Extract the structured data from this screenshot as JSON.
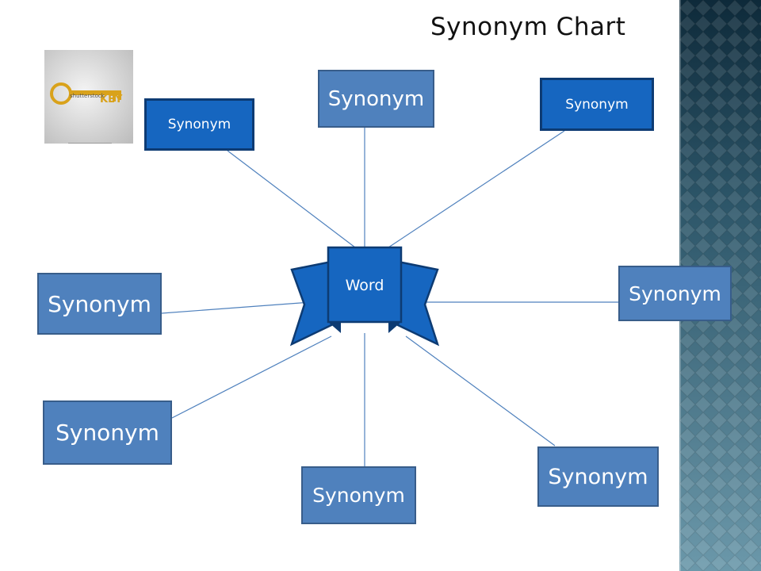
{
  "title": "Synonym Chart",
  "center_word": "Word",
  "logo": {
    "icon": "key-icon",
    "key_label": "KEY",
    "brand_text": "shutterstock"
  },
  "synonyms": [
    {
      "id": "top-left",
      "label": "Synonym",
      "style": "dark"
    },
    {
      "id": "top-center",
      "label": "Synonym",
      "style": "light"
    },
    {
      "id": "top-right",
      "label": "Synonym",
      "style": "dark"
    },
    {
      "id": "middle-left",
      "label": "Synonym",
      "style": "light"
    },
    {
      "id": "middle-right",
      "label": "Synonym",
      "style": "light"
    },
    {
      "id": "lower-left",
      "label": "Synonym",
      "style": "light"
    },
    {
      "id": "bottom-center",
      "label": "Synonym",
      "style": "light"
    },
    {
      "id": "bottom-right",
      "label": "Synonym",
      "style": "light"
    }
  ],
  "colors": {
    "box_fill": "#4f81bd",
    "box_border": "#385d8a",
    "box_dark_fill": "#1666c0",
    "box_dark_border": "#0d3b73",
    "connector": "#4f81bd",
    "ribbon_fill": "#1666c0",
    "ribbon_border": "#0d3b73",
    "band_dark": "#0e2a3a",
    "band_light": "#6b98aa",
    "key_gold": "#d9a21b"
  }
}
